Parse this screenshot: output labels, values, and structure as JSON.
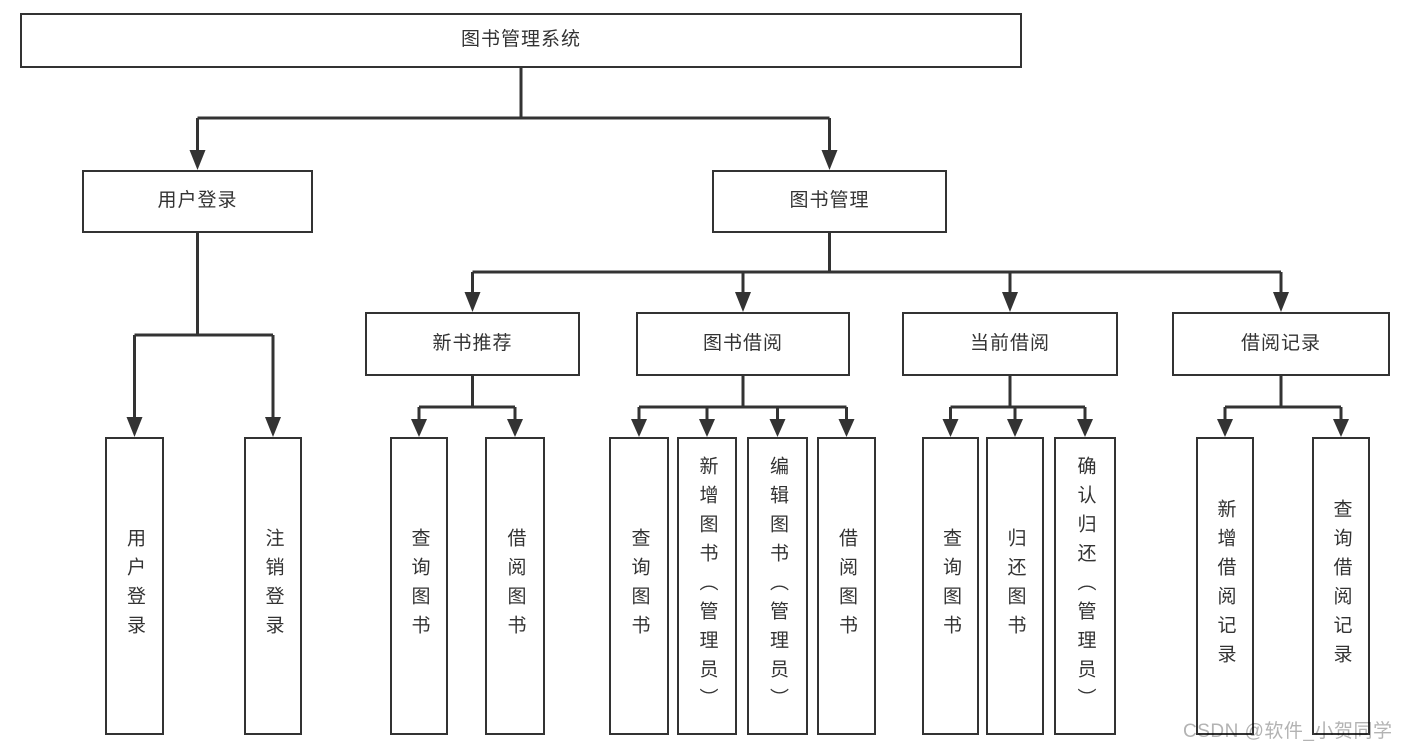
{
  "diagram": {
    "type": "tree",
    "root": {
      "label": "图书管理系统"
    },
    "level2": [
      {
        "label": "用户登录"
      },
      {
        "label": "图书管理"
      }
    ],
    "level3": [
      {
        "label": "新书推荐",
        "parent": "图书管理"
      },
      {
        "label": "图书借阅",
        "parent": "图书管理"
      },
      {
        "label": "当前借阅",
        "parent": "图书管理"
      },
      {
        "label": "借阅记录",
        "parent": "图书管理"
      }
    ],
    "leaves": [
      {
        "label": "用户登录",
        "parent": "用户登录"
      },
      {
        "label": "注销登录",
        "parent": "用户登录"
      },
      {
        "label": "查询图书",
        "parent": "新书推荐"
      },
      {
        "label": "借阅图书",
        "parent": "新书推荐"
      },
      {
        "label": "查询图书",
        "parent": "图书借阅"
      },
      {
        "label": "新增图书（管理员）",
        "parent": "图书借阅"
      },
      {
        "label": "编辑图书（管理员）",
        "parent": "图书借阅"
      },
      {
        "label": "借阅图书",
        "parent": "图书借阅"
      },
      {
        "label": "查询图书",
        "parent": "当前借阅"
      },
      {
        "label": "归还图书",
        "parent": "当前借阅"
      },
      {
        "label": "确认归还（管理员）",
        "parent": "当前借阅"
      },
      {
        "label": "新增借阅记录",
        "parent": "借阅记录"
      },
      {
        "label": "查询借阅记录",
        "parent": "借阅记录"
      }
    ]
  },
  "watermark": {
    "text": "CSDN @软件_小贺同学",
    "color": "#b3b3b3"
  },
  "colors": {
    "line": "#333333",
    "box_border": "#333333",
    "box_fill": "#ffffff",
    "text": "#333333",
    "background": "#ffffff"
  }
}
